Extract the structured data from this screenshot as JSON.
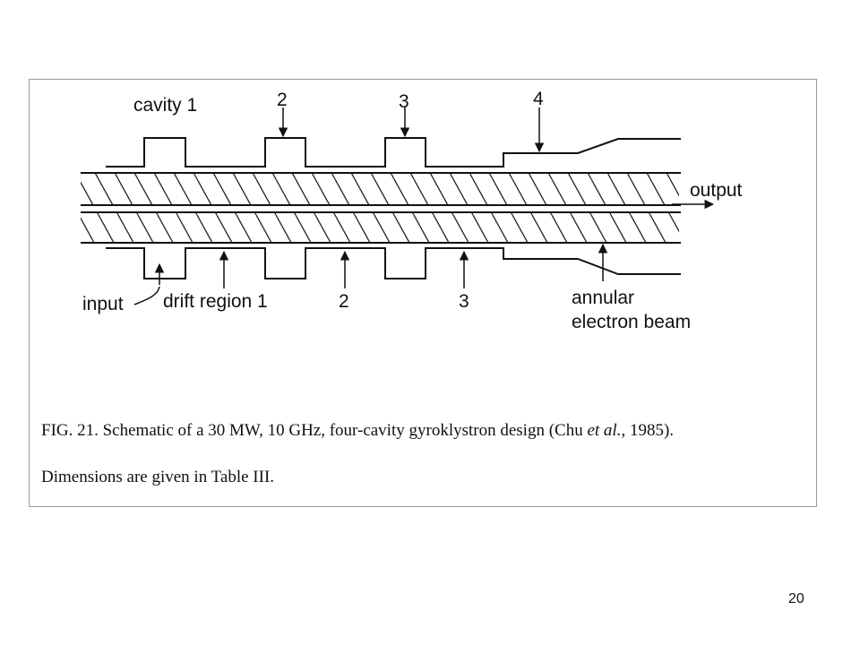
{
  "diagram": {
    "labels": {
      "cavity1": "cavity 1",
      "cavity2_top": "2",
      "cavity3_top": "3",
      "cavity4_top": "4",
      "output": "output",
      "input": "input",
      "drift_region1": "drift region 1",
      "drift2": "2",
      "drift3": "3",
      "annular_line1": "annular",
      "annular_line2": "electron beam"
    }
  },
  "caption": {
    "line1_prefix": "FIG. 21. Schematic of a 30 MW, 10 GHz, four-cavity gyroklystron design (Chu ",
    "line1_italic": "et al.",
    "line1_suffix": ", 1985).",
    "line2": "Dimensions are given in Table III."
  },
  "page_number": "20"
}
